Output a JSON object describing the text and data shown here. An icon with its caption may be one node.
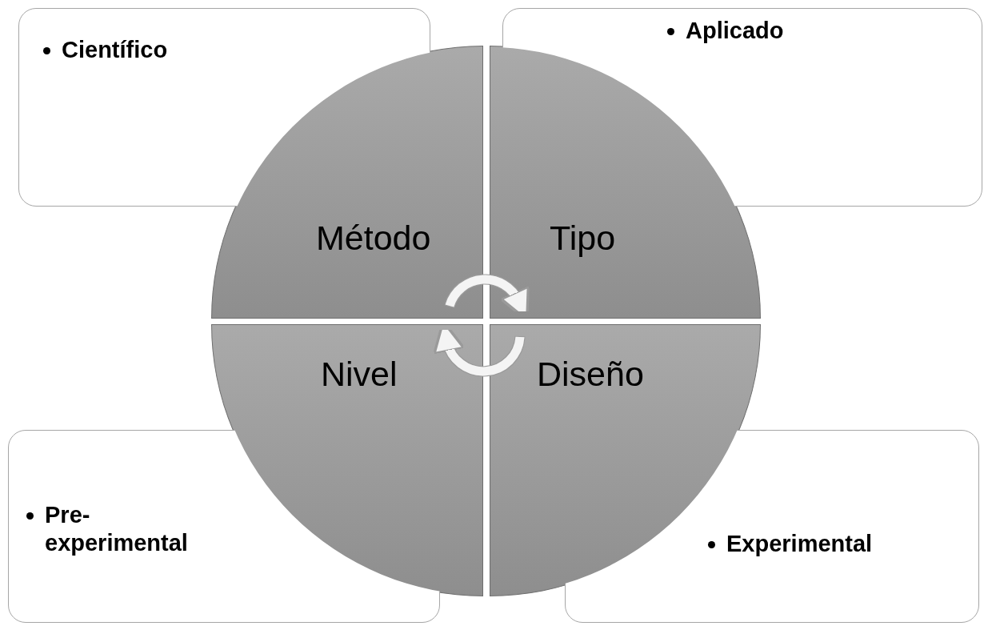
{
  "diagram": {
    "nodes": [
      {
        "text": [
          "Científico"
        ]
      },
      {
        "text": [
          "Aplicado"
        ]
      },
      {
        "text": [
          "Pre-experimental"
        ]
      },
      {
        "text": [
          "Experimental"
        ]
      },
      {
        "text": [
          "Método"
        ]
      },
      {
        "text": [
          "Tipo"
        ]
      },
      {
        "text": [
          "Nivel"
        ]
      },
      {
        "text": [
          "Diseño"
        ]
      }
    ],
    "edges": [
      {
        "from": 4,
        "to": 5,
        "arrow": "to"
      },
      {
        "from": 7,
        "to": 6,
        "arrow": "to"
      }
    ]
  }
}
